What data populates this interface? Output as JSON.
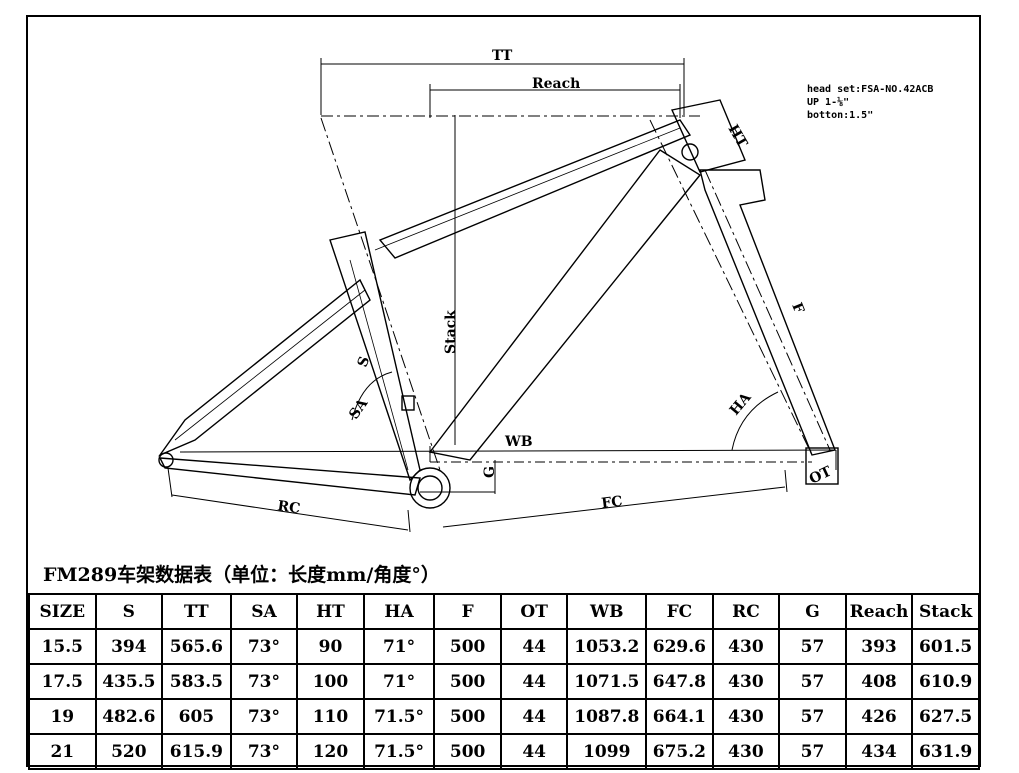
{
  "diagram": {
    "labels": {
      "tt": "TT",
      "reach": "Reach",
      "stack": "Stack",
      "s": "S",
      "sa": "SA",
      "ht": "HT",
      "f": "F",
      "ha": "HA",
      "wb": "WB",
      "g": "G",
      "ot": "OT",
      "rc": "RC",
      "fc": "FC"
    },
    "notes": [
      "head set:FSA-NO.42ACB",
      "UP 1-⅛\"",
      "botton:1.5\""
    ]
  },
  "table": {
    "caption": "FM289车架数据表（单位：长度mm/角度°）",
    "headers": [
      "SIZE",
      "S",
      "TT",
      "SA",
      "HT",
      "HA",
      "F",
      "OT",
      "WB",
      "FC",
      "RC",
      "G",
      "Reach",
      "Stack"
    ],
    "rows": [
      [
        "15.5",
        "394",
        "565.6",
        "73°",
        "90",
        "71°",
        "500",
        "44",
        "1053.2",
        "629.6",
        "430",
        "57",
        "393",
        "601.5"
      ],
      [
        "17.5",
        "435.5",
        "583.5",
        "73°",
        "100",
        "71°",
        "500",
        "44",
        "1071.5",
        "647.8",
        "430",
        "57",
        "408",
        "610.9"
      ],
      [
        "19",
        "482.6",
        "605",
        "73°",
        "110",
        "71.5°",
        "500",
        "44",
        "1087.8",
        "664.1",
        "430",
        "57",
        "426",
        "627.5"
      ],
      [
        "21",
        "520",
        "615.9",
        "73°",
        "120",
        "71.5°",
        "500",
        "44",
        "1099",
        "675.2",
        "430",
        "57",
        "434",
        "631.9"
      ]
    ]
  }
}
